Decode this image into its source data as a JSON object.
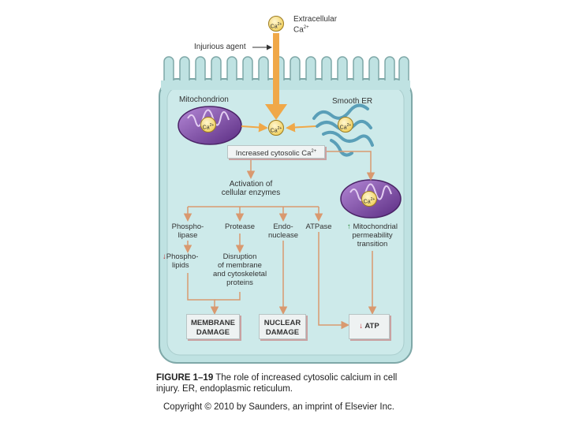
{
  "labels": {
    "extracellular": "Extracellular",
    "extracellular_ca": "Ca",
    "injurious_agent": "Injurious agent",
    "mitochondrion": "Mitochondrion",
    "smooth_er": "Smooth ER",
    "increased_cytosolic": "Increased cytosolic Ca",
    "activation_line1": "Activation of",
    "activation_line2": "cellular enzymes",
    "phospholipase_line1": "Phospho-",
    "phospholipase_line2": "lipase",
    "protease": "Protease",
    "endonuclease_line1": "Endo-",
    "endonuclease_line2": "nuclease",
    "atpase": "ATPase",
    "mito_perm_line1": "Mitochondrial",
    "mito_perm_line2": "permeability",
    "mito_perm_line3": "transition",
    "phospholipids_line1": "Phospho-",
    "phospholipids_line2": "lipids",
    "disruption_line1": "Disruption",
    "disruption_line2": "of membrane",
    "disruption_line3": "and cytoskeletal",
    "disruption_line4": "proteins",
    "ion_text": "Ca",
    "ion_charge": "2+"
  },
  "outcomes": {
    "membrane_line1": "MEMBRANE",
    "membrane_line2": "DAMAGE",
    "nuclear_line1": "NUCLEAR",
    "nuclear_line2": "DAMAGE",
    "atp": "ATP"
  },
  "caption": {
    "figure": "FIGURE 1–19",
    "text_line1": " The role of increased cytosolic calcium in cell",
    "text_line2": "injury. ER, endoplasmic reticulum."
  },
  "copyright": "Copyright © 2010 by Saunders, an imprint of Elsevier Inc.",
  "colors": {
    "cell_fill": "#bfe2e2",
    "cell_border": "#7fa8a8",
    "arrow_main": "#f0a848",
    "flow_line": "#d9996f",
    "mito_purple": "#7d4ea5",
    "er_teal": "#5a9fb8"
  },
  "icons": [
    "calcium-ion-icon",
    "mitochondrion-icon",
    "smooth-er-icon",
    "arrow-up-icon",
    "arrow-down-icon"
  ]
}
